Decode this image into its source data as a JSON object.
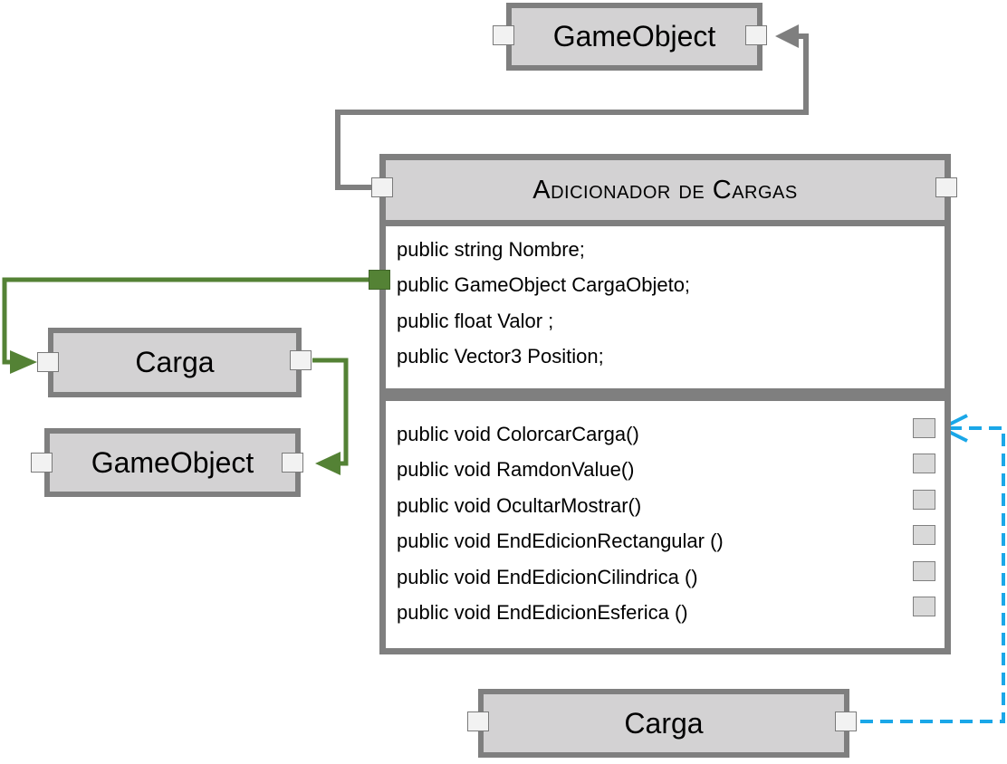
{
  "class": {
    "title": "Adicionador de Cargas",
    "fields": [
      "public string Nombre;",
      "public GameObject CargaObjeto;",
      "public float Valor ;",
      "public Vector3 Position;"
    ],
    "methods": [
      "public void ColorcarCarga()",
      "public void RamdonValue()",
      "public void OcultarMostrar()",
      "public void EndEdicionRectangular ()",
      "public void EndEdicionCilindrica ()",
      "public void EndEdicionEsferica ()"
    ]
  },
  "nodes": {
    "top_gameobject": "GameObject",
    "left_carga": "Carga",
    "left_gameobject": "GameObject",
    "bottom_carga": "Carga"
  },
  "connectors": [
    {
      "from": "class.inherits_port",
      "to": "top_gameobject.output_port",
      "color": "#7f7f7f",
      "style": "solid"
    },
    {
      "from": "class.field.CargaObjeto",
      "to": "left_carga.input_port",
      "color": "#548235",
      "style": "solid"
    },
    {
      "from": "left_carga.output_port",
      "to": "left_gameobject.output_port",
      "color": "#548235",
      "style": "solid"
    },
    {
      "from": "bottom_carga.output_port",
      "to": "class.method.ColorcarCarga",
      "color": "#1aa7e8",
      "style": "dashed"
    }
  ],
  "colors": {
    "node_fill": "#d3d2d3",
    "node_border": "#7f7f7f",
    "green_wire": "#548235",
    "blue_wire": "#1aa7e8",
    "gray_wire": "#7f7f7f"
  }
}
